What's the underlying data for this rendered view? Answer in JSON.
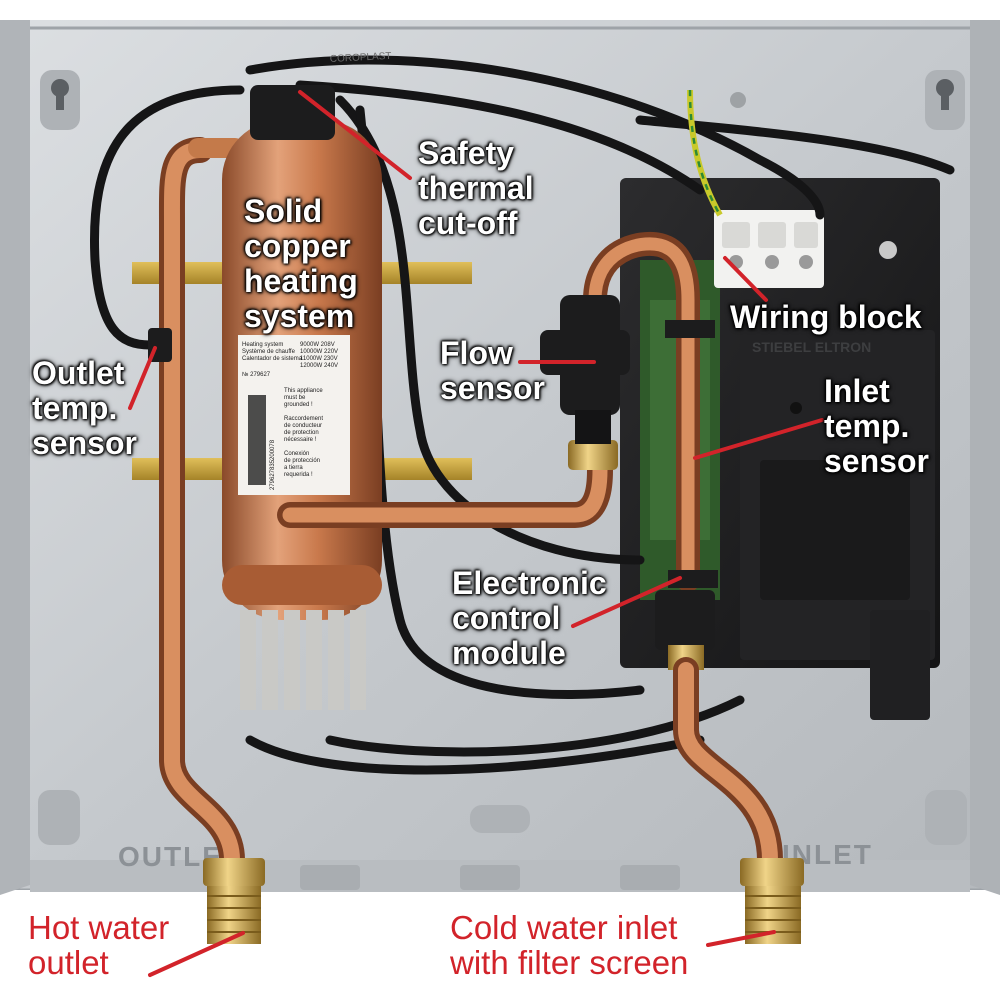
{
  "labels": {
    "safety_thermal_cutoff": [
      "Safety",
      "thermal",
      "cut-off"
    ],
    "solid_copper_heating_system": [
      "Solid",
      "copper",
      "heating",
      "system"
    ],
    "wiring_block": [
      "Wiring block"
    ],
    "flow_sensor": [
      "Flow",
      "sensor"
    ],
    "outlet_temp_sensor": [
      "Outlet",
      "temp.",
      "sensor"
    ],
    "inlet_temp_sensor": [
      "Inlet",
      "temp.",
      "sensor"
    ],
    "electronic_control_module": [
      "Electronic",
      "control",
      "module"
    ],
    "hot_water_outlet": [
      "Hot water",
      "outlet"
    ],
    "cold_water_inlet": [
      "Cold water inlet",
      "with filter screen"
    ]
  },
  "panel_stamps": {
    "outlet": "OUTLET",
    "inlet": "INLET",
    "brand": "STIEBEL ELTRON",
    "cable": "COROPLAST"
  },
  "sticker": {
    "lines": [
      "Heating system",
      "Système de chauffe",
      "Calentador de sistema"
    ],
    "ratings": [
      "9000W 208V",
      "10000W 220V",
      "11000W 230V",
      "12000W 240V"
    ],
    "part_no": "№ 279627",
    "barcode_no": "279627835200078",
    "notice_en": [
      "This appliance",
      "must be",
      "grounded !"
    ],
    "notice_fr": [
      "Raccordement",
      "de conducteur",
      "de protection",
      "nécessaire !"
    ],
    "notice_es": [
      "Conexión",
      "de protección",
      "a tierra",
      "requerida !"
    ]
  },
  "colors": {
    "label_red": "#d2232a",
    "label_white": "#ffffff",
    "panel": "#c9ccd0",
    "copper": "#c47a4a",
    "brass": "#c9a24a",
    "module": "#1d1d1f",
    "pcb": "#2f5a2a"
  }
}
